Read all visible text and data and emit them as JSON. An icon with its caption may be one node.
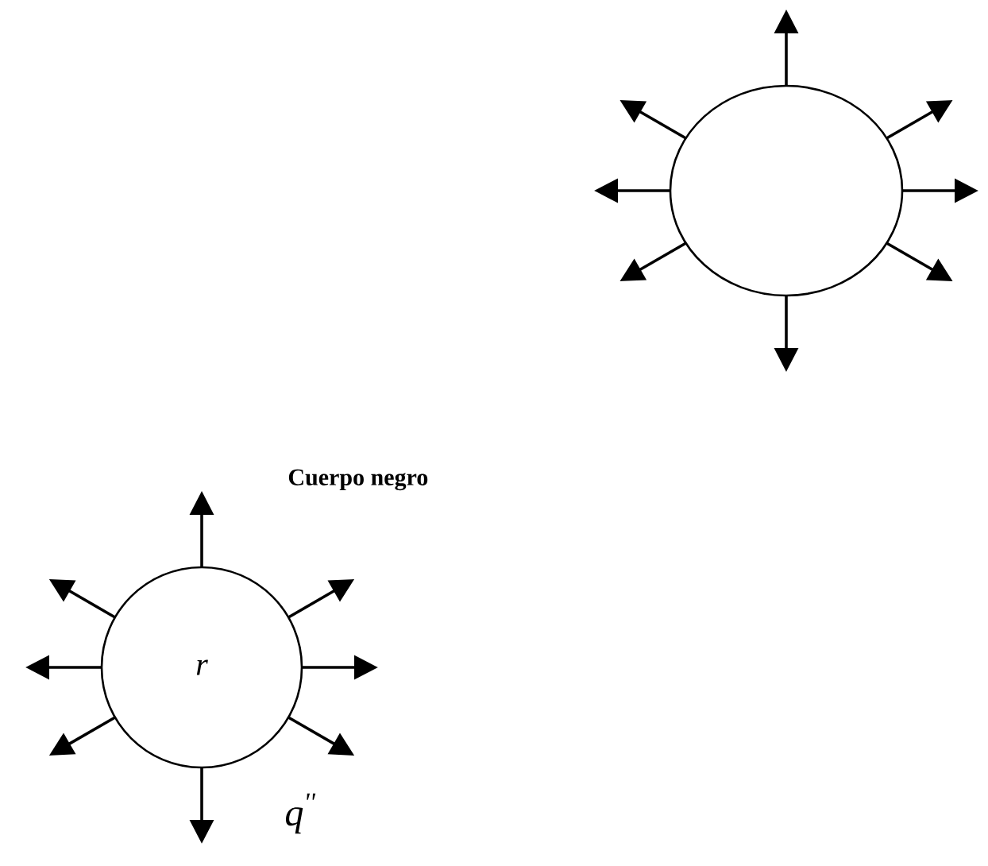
{
  "diagram": {
    "nodes": [
      {
        "text": [],
        "shape": "circle"
      },
      {
        "text": [
          "r"
        ]
      }
    ],
    "labels": [
      "Cuerpo negro",
      "q$^{''}$"
    ]
  }
}
